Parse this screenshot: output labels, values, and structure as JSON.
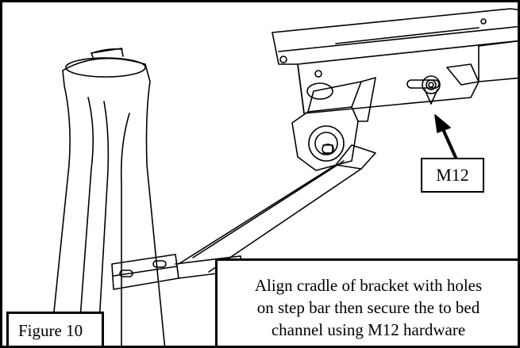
{
  "figure": {
    "label": "Figure 10"
  },
  "callouts": {
    "hardware": "M12",
    "instruction": [
      "Align cradle of bracket with holes",
      "on step bar then secure the to bed",
      "channel using M12 hardware"
    ]
  },
  "colors": {
    "line": "#000000",
    "background": "#ffffff"
  }
}
